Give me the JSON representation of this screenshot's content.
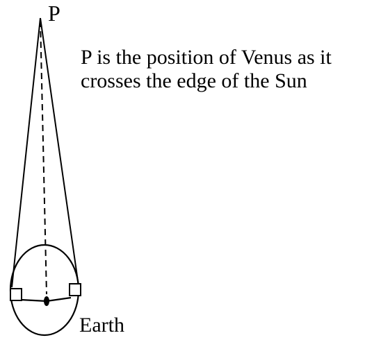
{
  "labels": {
    "point": "P",
    "earth": "Earth"
  },
  "caption": {
    "line1": "P is the position of Venus as it",
    "line2": "crosses the edge of the Sun"
  },
  "colors": {
    "ink": "#000000",
    "background": "#ffffff"
  }
}
